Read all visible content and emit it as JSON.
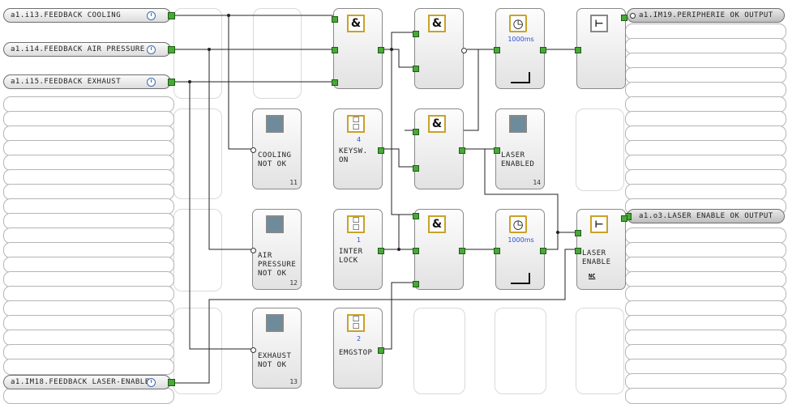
{
  "inputs": [
    {
      "label": "a1.i13.FEEDBACK COOLING"
    },
    {
      "label": "a1.i14.FEEDBACK AIR PRESSURE"
    },
    {
      "label": "a1.i15.FEEDBACK EXHAUST"
    },
    {
      "label": "a1.IM18.FEEDBACK LASER-ENABLE"
    }
  ],
  "outputs": [
    {
      "label": "a1.IM19.PERIPHERIE OK OUTPUT"
    },
    {
      "label": "a1.o3.LASER ENABLE OK OUTPUT"
    }
  ],
  "blocks": {
    "and1": {
      "symbol": "&"
    },
    "and2": {
      "symbol": "&"
    },
    "and3": {
      "symbol": "&"
    },
    "and4": {
      "symbol": "&"
    },
    "timer1": {
      "value": "1000ms"
    },
    "timer2": {
      "value": "1000ms"
    },
    "msg_cooling": {
      "line1": "COOLING",
      "line2": "NOT OK",
      "num": "11"
    },
    "msg_air": {
      "line1": "AIR",
      "line2": "PRESSURE",
      "line3": "NOT OK",
      "num": "12"
    },
    "msg_exhaust": {
      "line1": "EXHAUST",
      "line2": "NOT OK",
      "num": "13"
    },
    "msg_laser": {
      "line1": "LASER",
      "line2": "ENABLED",
      "num": "14"
    },
    "fkey_keysw": {
      "num": "4",
      "line1": "KEYSW.",
      "line2": "ON"
    },
    "fkey_interlock": {
      "num": "1",
      "line1": "INTER",
      "line2": "LOCK"
    },
    "fkey_emgstop": {
      "num": "2",
      "line1": "EMGSTOP"
    },
    "laser_enable": {
      "line1": "LASER",
      "line2": "ENABLE",
      "tag": "NC"
    }
  },
  "colors": {
    "port_green": "#48a838",
    "symbol_border": "#c9a227",
    "value_blue": "#2a4fd6"
  },
  "icons": [
    "clock-icon",
    "message-display-icon",
    "function-key-icon",
    "output-relay-icon",
    "timer-icon"
  ]
}
